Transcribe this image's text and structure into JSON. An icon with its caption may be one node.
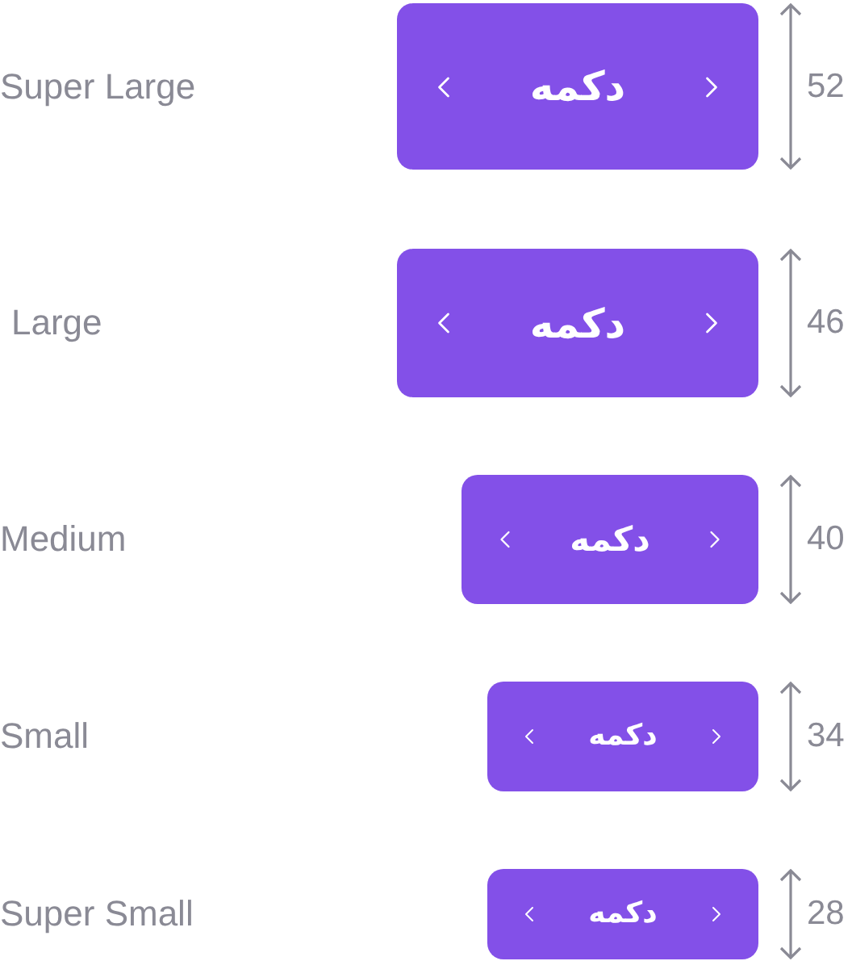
{
  "diagram": {
    "nodes": [
      {
        "text": [
          "دکمه"
        ]
      },
      {
        "text": [
          "دکمه"
        ]
      },
      {
        "text": [
          "دکمه"
        ]
      },
      {
        "text": [
          "دکمه"
        ]
      },
      {
        "text": [
          "دکمه"
        ]
      }
    ],
    "edges": [],
    "labels": [
      "Super Large",
      "52",
      "Large",
      "46",
      "Medium",
      "40",
      "Small",
      "34",
      "Super Small",
      "28"
    ]
  }
}
